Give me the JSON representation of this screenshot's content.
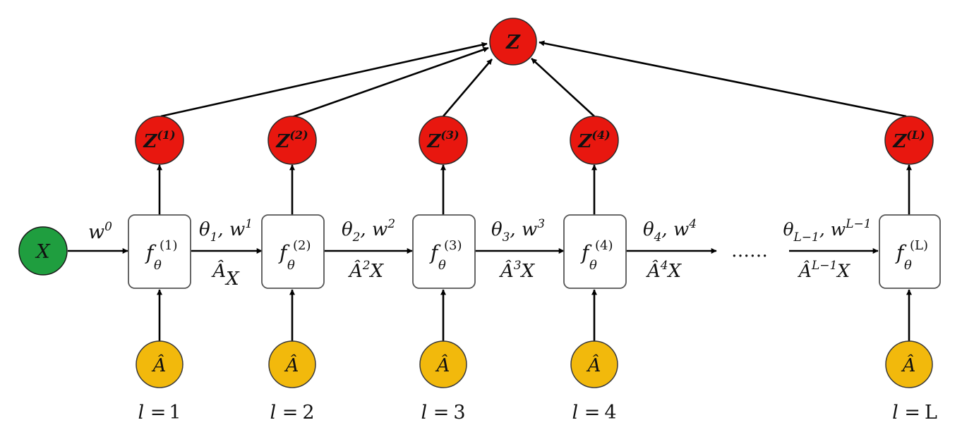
{
  "output_node": {
    "label": "Z"
  },
  "input_node": {
    "label": "X",
    "weight_label": "w",
    "weight_sup": "0"
  },
  "layers": [
    {
      "z_base": "Z",
      "z_sup": "(1)",
      "f_base": "f",
      "f_sub": "θ",
      "f_sup": "(1)",
      "adj": "Â",
      "l_label": "l =",
      "l_value": "1",
      "edge_top": {
        "theta": "θ",
        "theta_sub": "1",
        "w": "w",
        "w_sup": "1"
      },
      "edge_bottom": {
        "a": "Â",
        "a_sup": "",
        "x": "X"
      }
    },
    {
      "z_base": "Z",
      "z_sup": "(2)",
      "f_base": "f",
      "f_sub": "θ",
      "f_sup": "(2)",
      "adj": "Â",
      "l_label": "l =",
      "l_value": "2",
      "edge_top": {
        "theta": "θ",
        "theta_sub": "2",
        "w": "w",
        "w_sup": "2"
      },
      "edge_bottom": {
        "a": "Â",
        "a_sup": "2",
        "x": "X"
      }
    },
    {
      "z_base": "Z",
      "z_sup": "(3)",
      "f_base": "f",
      "f_sub": "θ",
      "f_sup": "(3)",
      "adj": "Â",
      "l_label": "l =",
      "l_value": "3",
      "edge_top": {
        "theta": "θ",
        "theta_sub": "3",
        "w": "w",
        "w_sup": "3"
      },
      "edge_bottom": {
        "a": "Â",
        "a_sup": "3",
        "x": "X"
      }
    },
    {
      "z_base": "Z",
      "z_sup": "(4)",
      "f_base": "f",
      "f_sub": "θ",
      "f_sup": "(4)",
      "adj": "Â",
      "l_label": "l =",
      "l_value": "4",
      "edge_top": {
        "theta": "θ",
        "theta_sub": "4",
        "w": "w",
        "w_sup": "4"
      },
      "edge_bottom": {
        "a": "Â",
        "a_sup": "4",
        "x": "X"
      }
    },
    {
      "z_base": "Z",
      "z_sup": "(L)",
      "f_base": "f",
      "f_sub": "θ",
      "f_sup": "(L)",
      "adj": "Â",
      "l_label": "l =",
      "l_value": "L"
    }
  ],
  "ellipsis": "……",
  "last_edge": {
    "top": {
      "theta": "θ",
      "theta_sub": "L−1",
      "w": "w",
      "w_sup": "L−1"
    },
    "bottom": {
      "a": "Â",
      "a_sup": "L−1",
      "x": "X"
    }
  },
  "colors": {
    "output": "#e8170f",
    "layer_output": "#e8170f",
    "adjacency": "#f2b90c",
    "input": "#1f9e3f"
  }
}
